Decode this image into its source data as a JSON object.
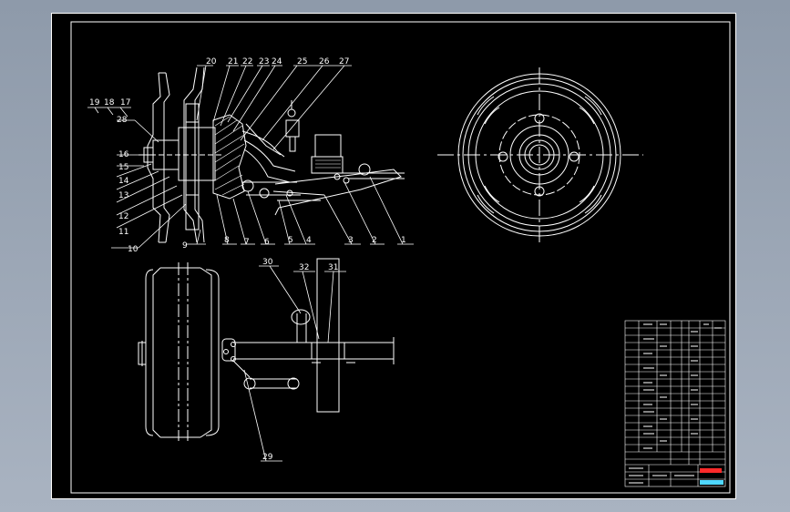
{
  "drawing": {
    "background": "#000000",
    "line_color": "#ffffff",
    "leader_labels": {
      "n1": "1",
      "n2": "2",
      "n3": "3",
      "n4": "4",
      "n5": "5",
      "n6": "6",
      "n7": "7",
      "n8": "8",
      "n9": "9",
      "n10": "10",
      "n11": "11",
      "n12": "12",
      "n13": "13",
      "n14": "14",
      "n15": "15",
      "n16": "16",
      "n17": "17",
      "n18": "18",
      "n19": "19",
      "n20": "20",
      "n21": "21",
      "n22": "22",
      "n23": "23",
      "n24": "24",
      "n25": "25",
      "n26": "26",
      "n27": "27",
      "n28": "28",
      "n29": "29",
      "n30": "30",
      "n31": "31",
      "n32": "32"
    }
  },
  "title_block": {
    "accent_red": "#ff2a2a",
    "accent_cyan": "#4fd7ff"
  }
}
